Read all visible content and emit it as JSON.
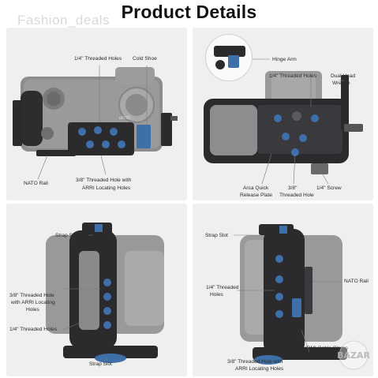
{
  "watermark": "Fashion_deals",
  "title": "Product Details",
  "panel1": {
    "threaded_holes": "1/4\" Threaded Holes",
    "cold_shoe": "Cold Shoe",
    "nato_rail": "NATO Rail",
    "arri_hole_line1": "3/8\" Threaded Hole with",
    "arri_hole_line2": "ARRI Locating Holes",
    "camera_brand": "α6700"
  },
  "panel2": {
    "hinge_arm": "Hinge Arm",
    "threaded_holes": "1/4\" Threaded Holes",
    "wrench_line1": "Dual Head",
    "wrench_line2": "Wrench",
    "arca_line1": "Arca Quick",
    "arca_line2": "Release Plate",
    "threaded_38_line1": "3/8\"",
    "threaded_38_line2": "Threaded Hole",
    "screw": "1/4\" Screw"
  },
  "panel3": {
    "strap_slot_top": "Strap Slot",
    "arri_line1": "3/8\" Threaded Hole",
    "arri_line2": "with ARRI Locating",
    "arri_line3": "Holes",
    "threaded_holes": "1/4\" Threaded Holes",
    "strap_slot_bottom": "Strap Slot"
  },
  "panel4": {
    "strap_slot": "Strap Slot",
    "threaded_line1": "1/4\" Threaded",
    "threaded_line2": "Holes",
    "nato_rail": "NATO Rail",
    "hdmi": "HDMI Cable Clamp",
    "arri_line1": "3/8\" Threaded Hole with",
    "arri_line2": "ARRI Locating Holes"
  },
  "colors": {
    "accent_blue": "#3f6fa8",
    "metal_dark": "#2b2b2e",
    "camera_gray": "#8c8c8c",
    "panel_bg": "#efefef"
  }
}
